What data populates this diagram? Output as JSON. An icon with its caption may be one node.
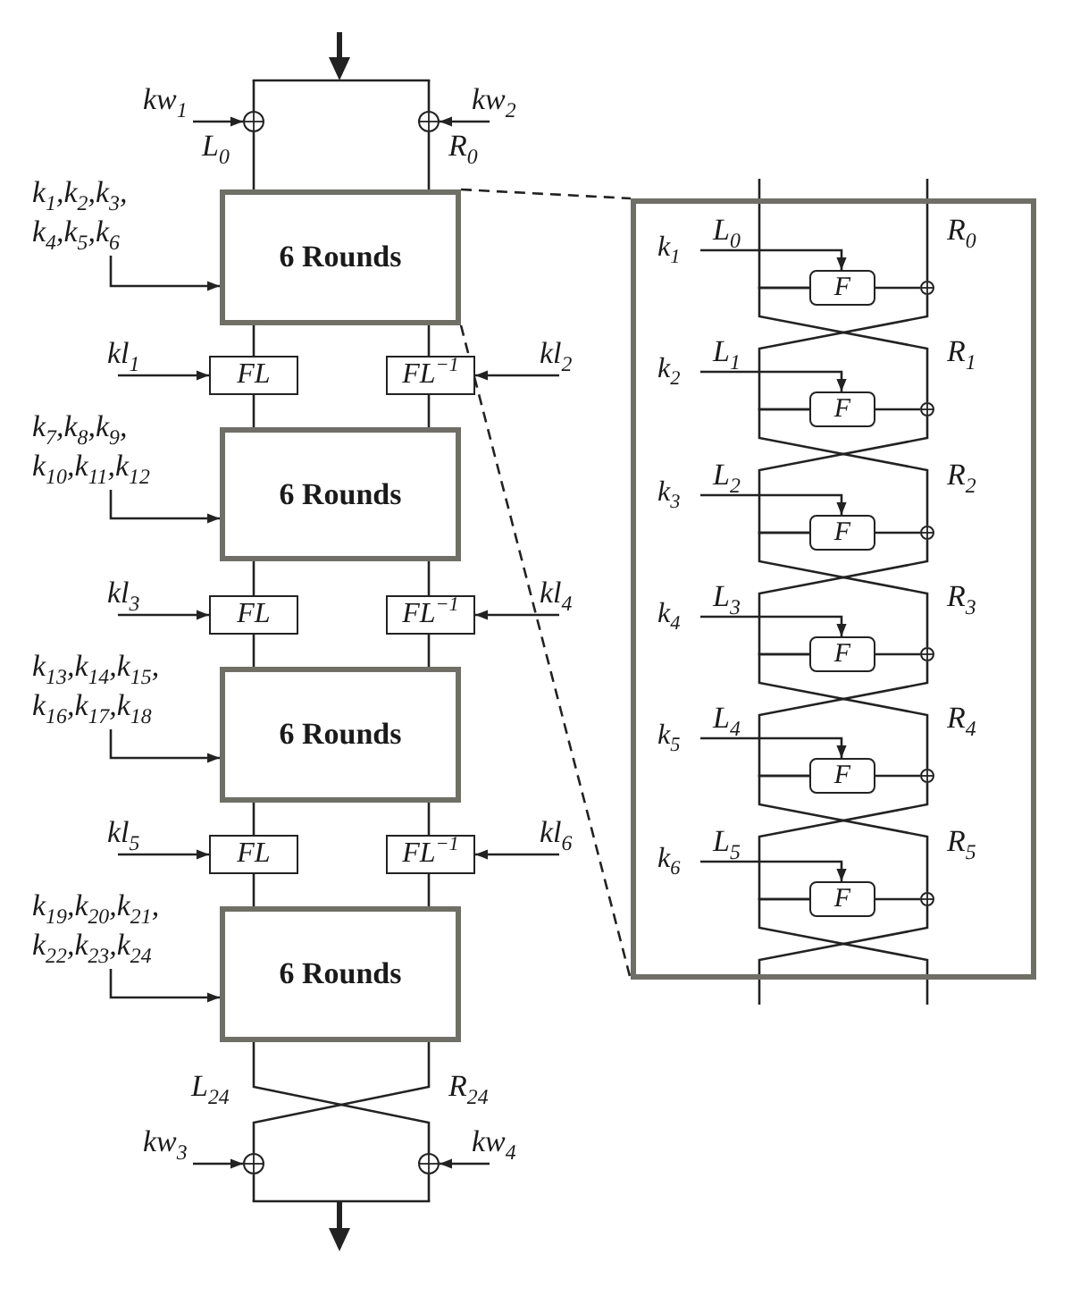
{
  "diagram": {
    "nodes": [
      {
        "text": [
          "kw$_{1}$"
        ]
      },
      {
        "text": [],
        "shape": "circle"
      },
      {
        "text": [],
        "shape": "circle"
      },
      {
        "text": [
          "kw$_{2}$"
        ]
      },
      {
        "text": [
          "k$_{1}$,k$_{2}$,k$_{3}$, k$_{4}$,k$_{5}$,k$_{6}$"
        ]
      },
      {
        "text": [
          "6 Rounds"
        ]
      },
      {
        "text": [
          "kl$_{1}$"
        ]
      },
      {
        "text": [
          "FL"
        ]
      },
      {
        "text": [
          "FL$^{−1}$"
        ]
      },
      {
        "text": [
          "kl$_{2}$"
        ]
      },
      {
        "text": [
          "k$_{7}$,k$_{8}$,k$_{9}$, k$_{10}$,k$_{11}$,k$_{12}$"
        ]
      },
      {
        "text": [
          "6 Rounds"
        ]
      },
      {
        "text": [
          "kl$_{3}$"
        ]
      },
      {
        "text": [
          "FL"
        ]
      },
      {
        "text": [
          "FL$^{−1}$"
        ]
      },
      {
        "text": [
          "kl$_{4}$"
        ]
      },
      {
        "text": [
          "k$_{13}$,k$_{14}$,k$_{15}$, k$_{16}$,k$_{17}$,k$_{18}$"
        ]
      },
      {
        "text": [
          "6 Rounds"
        ]
      },
      {
        "text": [
          "kl$_{5}$"
        ]
      },
      {
        "text": [
          "FL"
        ]
      },
      {
        "text": [
          "FL$^{−1}$"
        ]
      },
      {
        "text": [
          "kl$_{6}$"
        ]
      },
      {
        "text": [
          "k$_{19}$,k$_{20}$,k$_{21}$, k$_{22}$,k$_{23}$,k$_{24}$"
        ]
      },
      {
        "text": [
          "6 Rounds"
        ]
      },
      {
        "text": [
          "kw$_{3}$"
        ]
      },
      {
        "text": [],
        "shape": "circle"
      },
      {
        "text": [],
        "shape": "circle"
      },
      {
        "text": [
          "kw$_{4}$"
        ]
      },
      {
        "text": [],
        "shape": "box"
      },
      {
        "text": [
          "k$_{1}$"
        ],
        "in": 28
      },
      {
        "text": [
          "F"
        ],
        "in": 28
      },
      {
        "text": [],
        "shape": "circle",
        "in": 28
      },
      {
        "text": [
          "k$_{2}$"
        ],
        "in": 28
      },
      {
        "text": [
          "F"
        ],
        "in": 28
      },
      {
        "text": [],
        "shape": "circle",
        "in": 28
      },
      {
        "text": [
          "k$_{3}$"
        ],
        "in": 28
      },
      {
        "text": [
          "F"
        ],
        "in": 28
      },
      {
        "text": [],
        "shape": "circle",
        "in": 28
      },
      {
        "text": [
          "k$_{4}$"
        ],
        "in": 28
      },
      {
        "text": [
          "F"
        ],
        "in": 28
      },
      {
        "text": [],
        "shape": "circle",
        "in": 28
      },
      {
        "text": [
          "k$_{5}$"
        ],
        "in": 28
      },
      {
        "text": [
          "F"
        ],
        "in": 28
      },
      {
        "text": [],
        "shape": "circle",
        "in": 28
      },
      {
        "text": [
          "k$_{6}$"
        ],
        "in": 28
      },
      {
        "text": [
          "F"
        ],
        "in": 28
      },
      {
        "text": [],
        "shape": "circle",
        "in": 28
      }
    ],
    "edges": [
      {
        "from": null,
        "to": 1,
        "arrow": "none"
      },
      {
        "from": null,
        "to": 2,
        "arrow": "none"
      },
      {
        "from": 0,
        "to": 1,
        "arrow": "to"
      },
      {
        "from": 3,
        "to": 2,
        "arrow": "to"
      },
      {
        "from": 1,
        "to": 5,
        "arrow": "none"
      },
      {
        "from": 2,
        "to": 5,
        "arrow": "none"
      },
      {
        "from": 4,
        "to": 5,
        "arrow": "to"
      },
      {
        "from": 5,
        "to": 7,
        "arrow": "none"
      },
      {
        "from": 5,
        "to": 8,
        "arrow": "none"
      },
      {
        "from": 6,
        "to": 7,
        "arrow": "to"
      },
      {
        "from": 9,
        "to": 8,
        "arrow": "to"
      },
      {
        "from": 7,
        "to": 11,
        "arrow": "none"
      },
      {
        "from": 8,
        "to": 11,
        "arrow": "none"
      },
      {
        "from": 10,
        "to": 11,
        "arrow": "to"
      },
      {
        "from": 11,
        "to": 13,
        "arrow": "none"
      },
      {
        "from": 11,
        "to": 14,
        "arrow": "none"
      },
      {
        "from": 12,
        "to": 13,
        "arrow": "to"
      },
      {
        "from": 15,
        "to": 14,
        "arrow": "to"
      },
      {
        "from": 13,
        "to": 17,
        "arrow": "none"
      },
      {
        "from": 14,
        "to": 17,
        "arrow": "none"
      },
      {
        "from": 16,
        "to": 17,
        "arrow": "to"
      },
      {
        "from": 17,
        "to": 19,
        "arrow": "none"
      },
      {
        "from": 17,
        "to": 20,
        "arrow": "none"
      },
      {
        "from": 18,
        "to": 19,
        "arrow": "to"
      },
      {
        "from": 21,
        "to": 20,
        "arrow": "to"
      },
      {
        "from": 19,
        "to": 23,
        "arrow": "none"
      },
      {
        "from": 20,
        "to": 23,
        "arrow": "none"
      },
      {
        "from": 22,
        "to": 23,
        "arrow": "to"
      },
      {
        "from": 23,
        "to": 26,
        "arrow": "none"
      },
      {
        "from": 23,
        "to": 25,
        "arrow": "none"
      },
      {
        "from": 24,
        "to": 25,
        "arrow": "to"
      },
      {
        "from": 27,
        "to": 26,
        "arrow": "to"
      },
      {
        "from": 25,
        "to": null,
        "arrow": "none"
      },
      {
        "from": 26,
        "to": null,
        "arrow": "none"
      },
      {
        "from": 5,
        "to": 28,
        "arrow": "none",
        "style": "dashed"
      },
      {
        "from": 5,
        "to": 28,
        "arrow": "none",
        "style": "dashed"
      },
      {
        "from": null,
        "to": 30,
        "arrow": "none"
      },
      {
        "from": null,
        "to": 31,
        "arrow": "none"
      },
      {
        "from": 29,
        "to": 30,
        "arrow": "to"
      },
      {
        "from": 30,
        "to": 31,
        "arrow": "none"
      },
      {
        "from": 30,
        "to": 34,
        "arrow": "none"
      },
      {
        "from": 31,
        "to": 33,
        "arrow": "none"
      },
      {
        "from": 32,
        "to": 33,
        "arrow": "to"
      },
      {
        "from": 33,
        "to": 34,
        "arrow": "none"
      },
      {
        "from": 33,
        "to": 37,
        "arrow": "none"
      },
      {
        "from": 34,
        "to": 36,
        "arrow": "none"
      },
      {
        "from": 35,
        "to": 36,
        "arrow": "to"
      },
      {
        "from": 36,
        "to": 37,
        "arrow": "none"
      },
      {
        "from": 36,
        "to": 40,
        "arrow": "none"
      },
      {
        "from": 37,
        "to": 39,
        "arrow": "none"
      },
      {
        "from": 38,
        "to": 39,
        "arrow": "to"
      },
      {
        "from": 39,
        "to": 40,
        "arrow": "none"
      },
      {
        "from": 39,
        "to": 43,
        "arrow": "none"
      },
      {
        "from": 40,
        "to": 42,
        "arrow": "none"
      },
      {
        "from": 41,
        "to": 42,
        "arrow": "to"
      },
      {
        "from": 42,
        "to": 43,
        "arrow": "none"
      },
      {
        "from": 42,
        "to": 46,
        "arrow": "none"
      },
      {
        "from": 43,
        "to": 45,
        "arrow": "none"
      },
      {
        "from": 44,
        "to": 45,
        "arrow": "to"
      },
      {
        "from": 45,
        "to": 46,
        "arrow": "none"
      },
      {
        "from": 45,
        "to": null,
        "arrow": "none"
      },
      {
        "from": 46,
        "to": null,
        "arrow": "none"
      }
    ],
    "labels": [
      "L$_{0}$",
      "R$_{0}$",
      "L$_{24}$",
      "R$_{24}$",
      "L$_{0}$",
      "R$_{0}$",
      "L$_{1}$",
      "R$_{1}$",
      "L$_{2}$",
      "R$_{2}$",
      "L$_{3}$",
      "R$_{3}$",
      "L$_{4}$",
      "R$_{4}$",
      "L$_{5}$",
      "R$_{5}$"
    ]
  }
}
